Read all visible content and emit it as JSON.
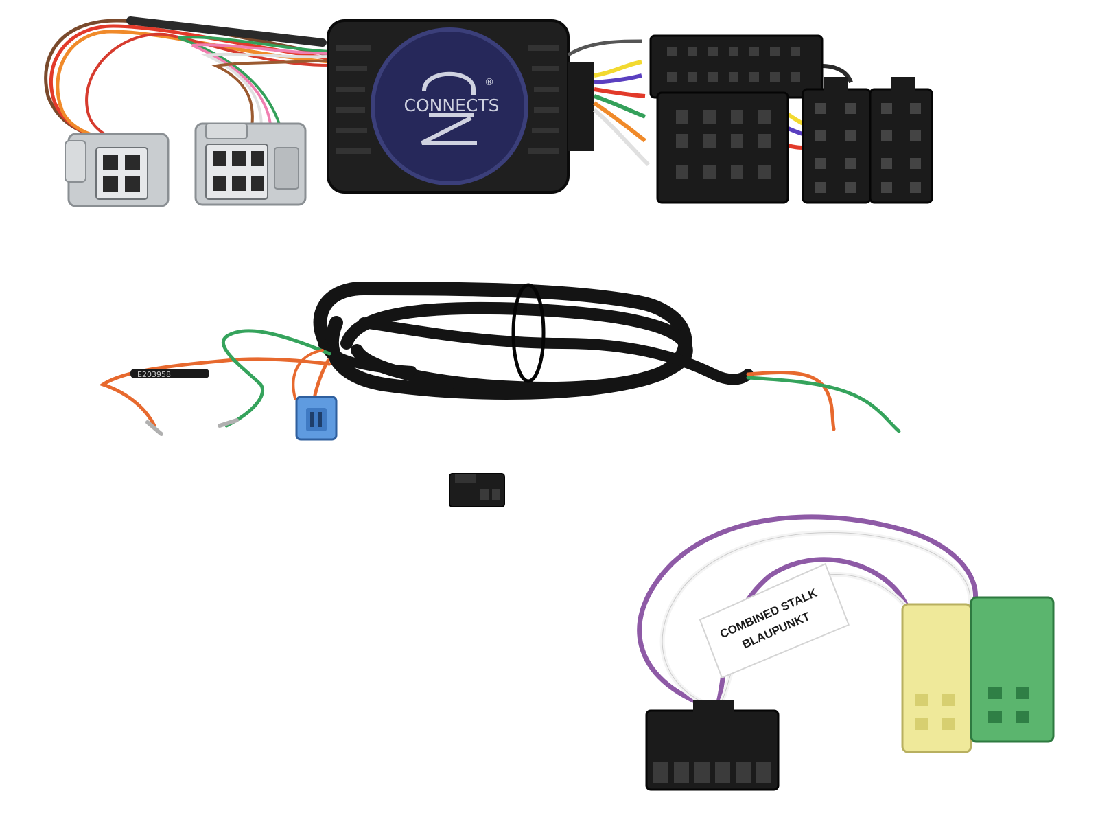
{
  "interface": {
    "logo": {
      "brand": "CONNECTS",
      "mark": "2",
      "registered": "®"
    },
    "colors": {
      "housing": "#1f1f1f",
      "logo_disc": "#26285a",
      "grey_connector": "#c9cdd0",
      "blue_connector": "#5f9be0"
    }
  },
  "blaupunkt_lead": {
    "label_line1": "COMBINED STALK",
    "label_line2": "BLAUPUNKT",
    "colors": {
      "yellow_connector": "#efe99a",
      "green_connector": "#5bb56e",
      "wire_purple": "#8e5aa6"
    }
  },
  "patch_lead": {
    "sleeve_print": "E203958",
    "colors": {
      "sleeve": "#141414",
      "wire_orange": "#e7692e",
      "wire_green": "#35a35c"
    }
  }
}
